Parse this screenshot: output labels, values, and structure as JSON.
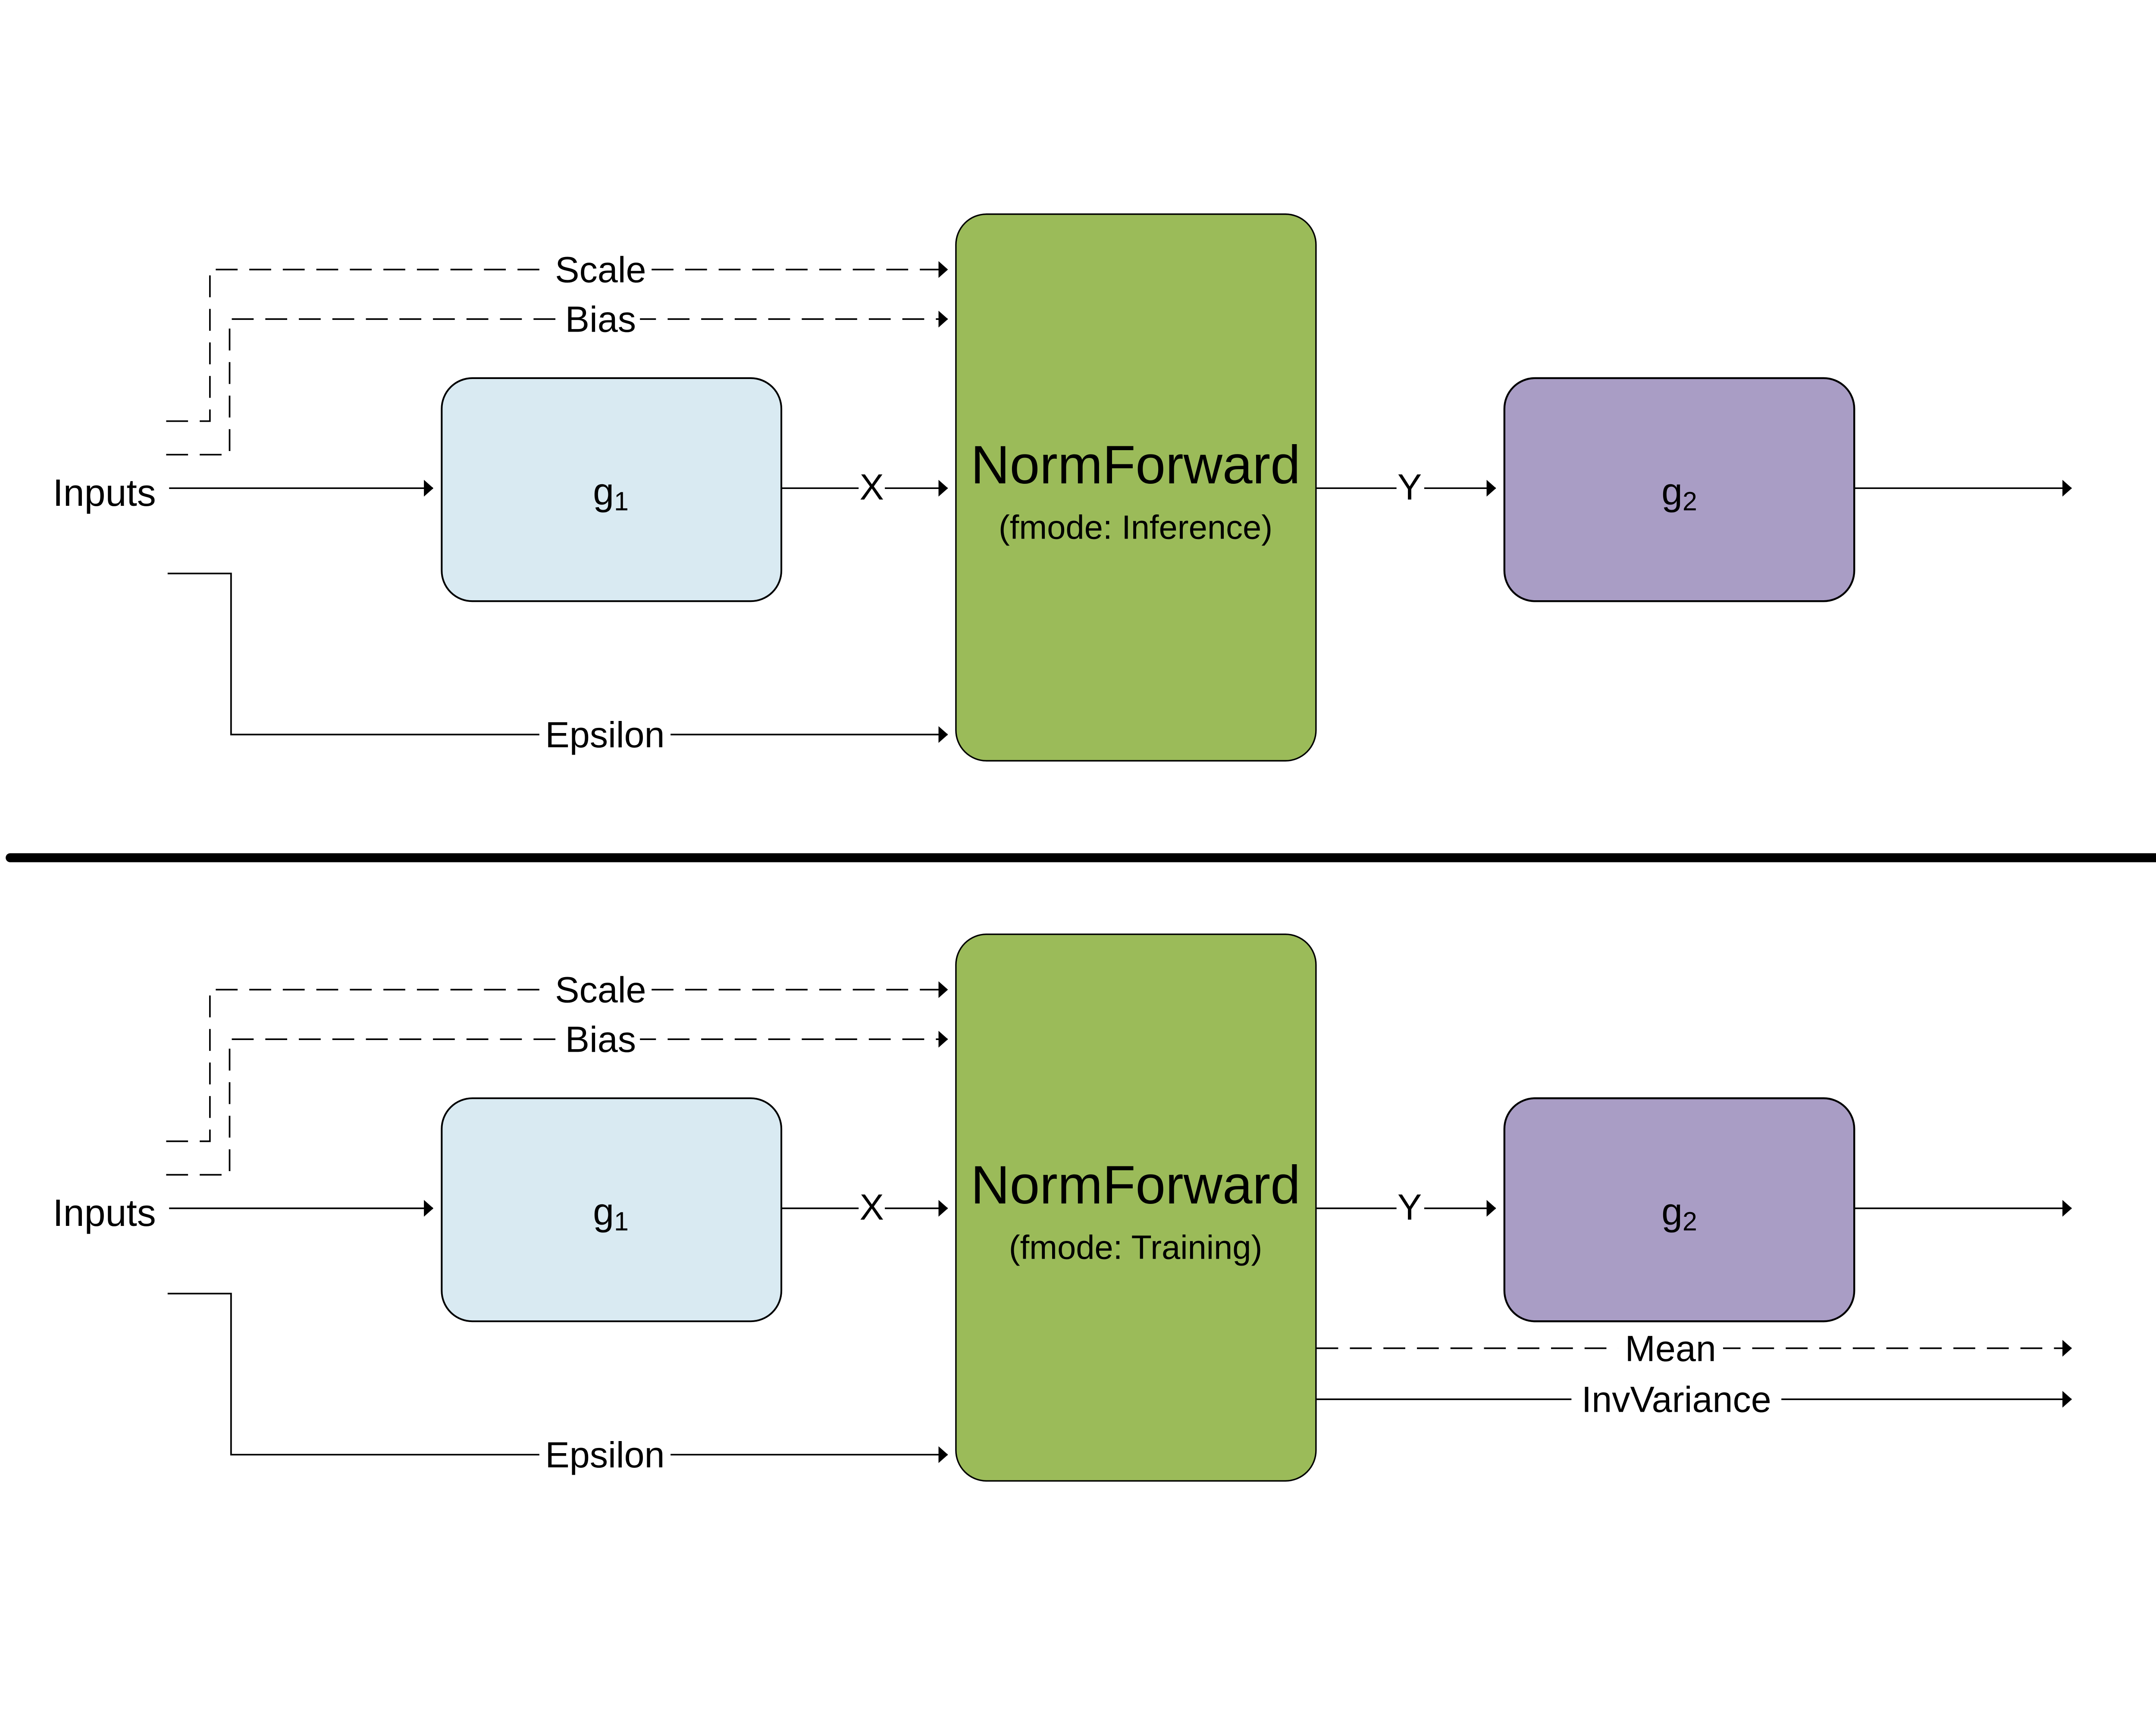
{
  "colors": {
    "norm_box": "#9BBB59",
    "g1_box": "#D9EAF2",
    "g2_box": "#A99DC5",
    "line": "#000000",
    "divider": "#000000",
    "background": "#FFFFFF"
  },
  "diagrams": [
    {
      "name": "inference",
      "title": "NormForward",
      "subtitle": "(fmode: Inference)",
      "labels": {
        "inputs": "Inputs",
        "scale": "Scale",
        "bias": "Bias",
        "epsilon": "Epsilon",
        "x": "X",
        "y": "Y",
        "g1_base": "g",
        "g1_sub": "1",
        "g2_base": "g",
        "g2_sub": "2"
      }
    },
    {
      "name": "training",
      "title": "NormForward",
      "subtitle": "(fmode: Training)",
      "labels": {
        "inputs": "Inputs",
        "scale": "Scale",
        "bias": "Bias",
        "epsilon": "Epsilon",
        "x": "X",
        "y": "Y",
        "g1_base": "g",
        "g1_sub": "1",
        "g2_base": "g",
        "g2_sub": "2",
        "mean": "Mean",
        "invvariance": "InvVariance"
      }
    }
  ]
}
